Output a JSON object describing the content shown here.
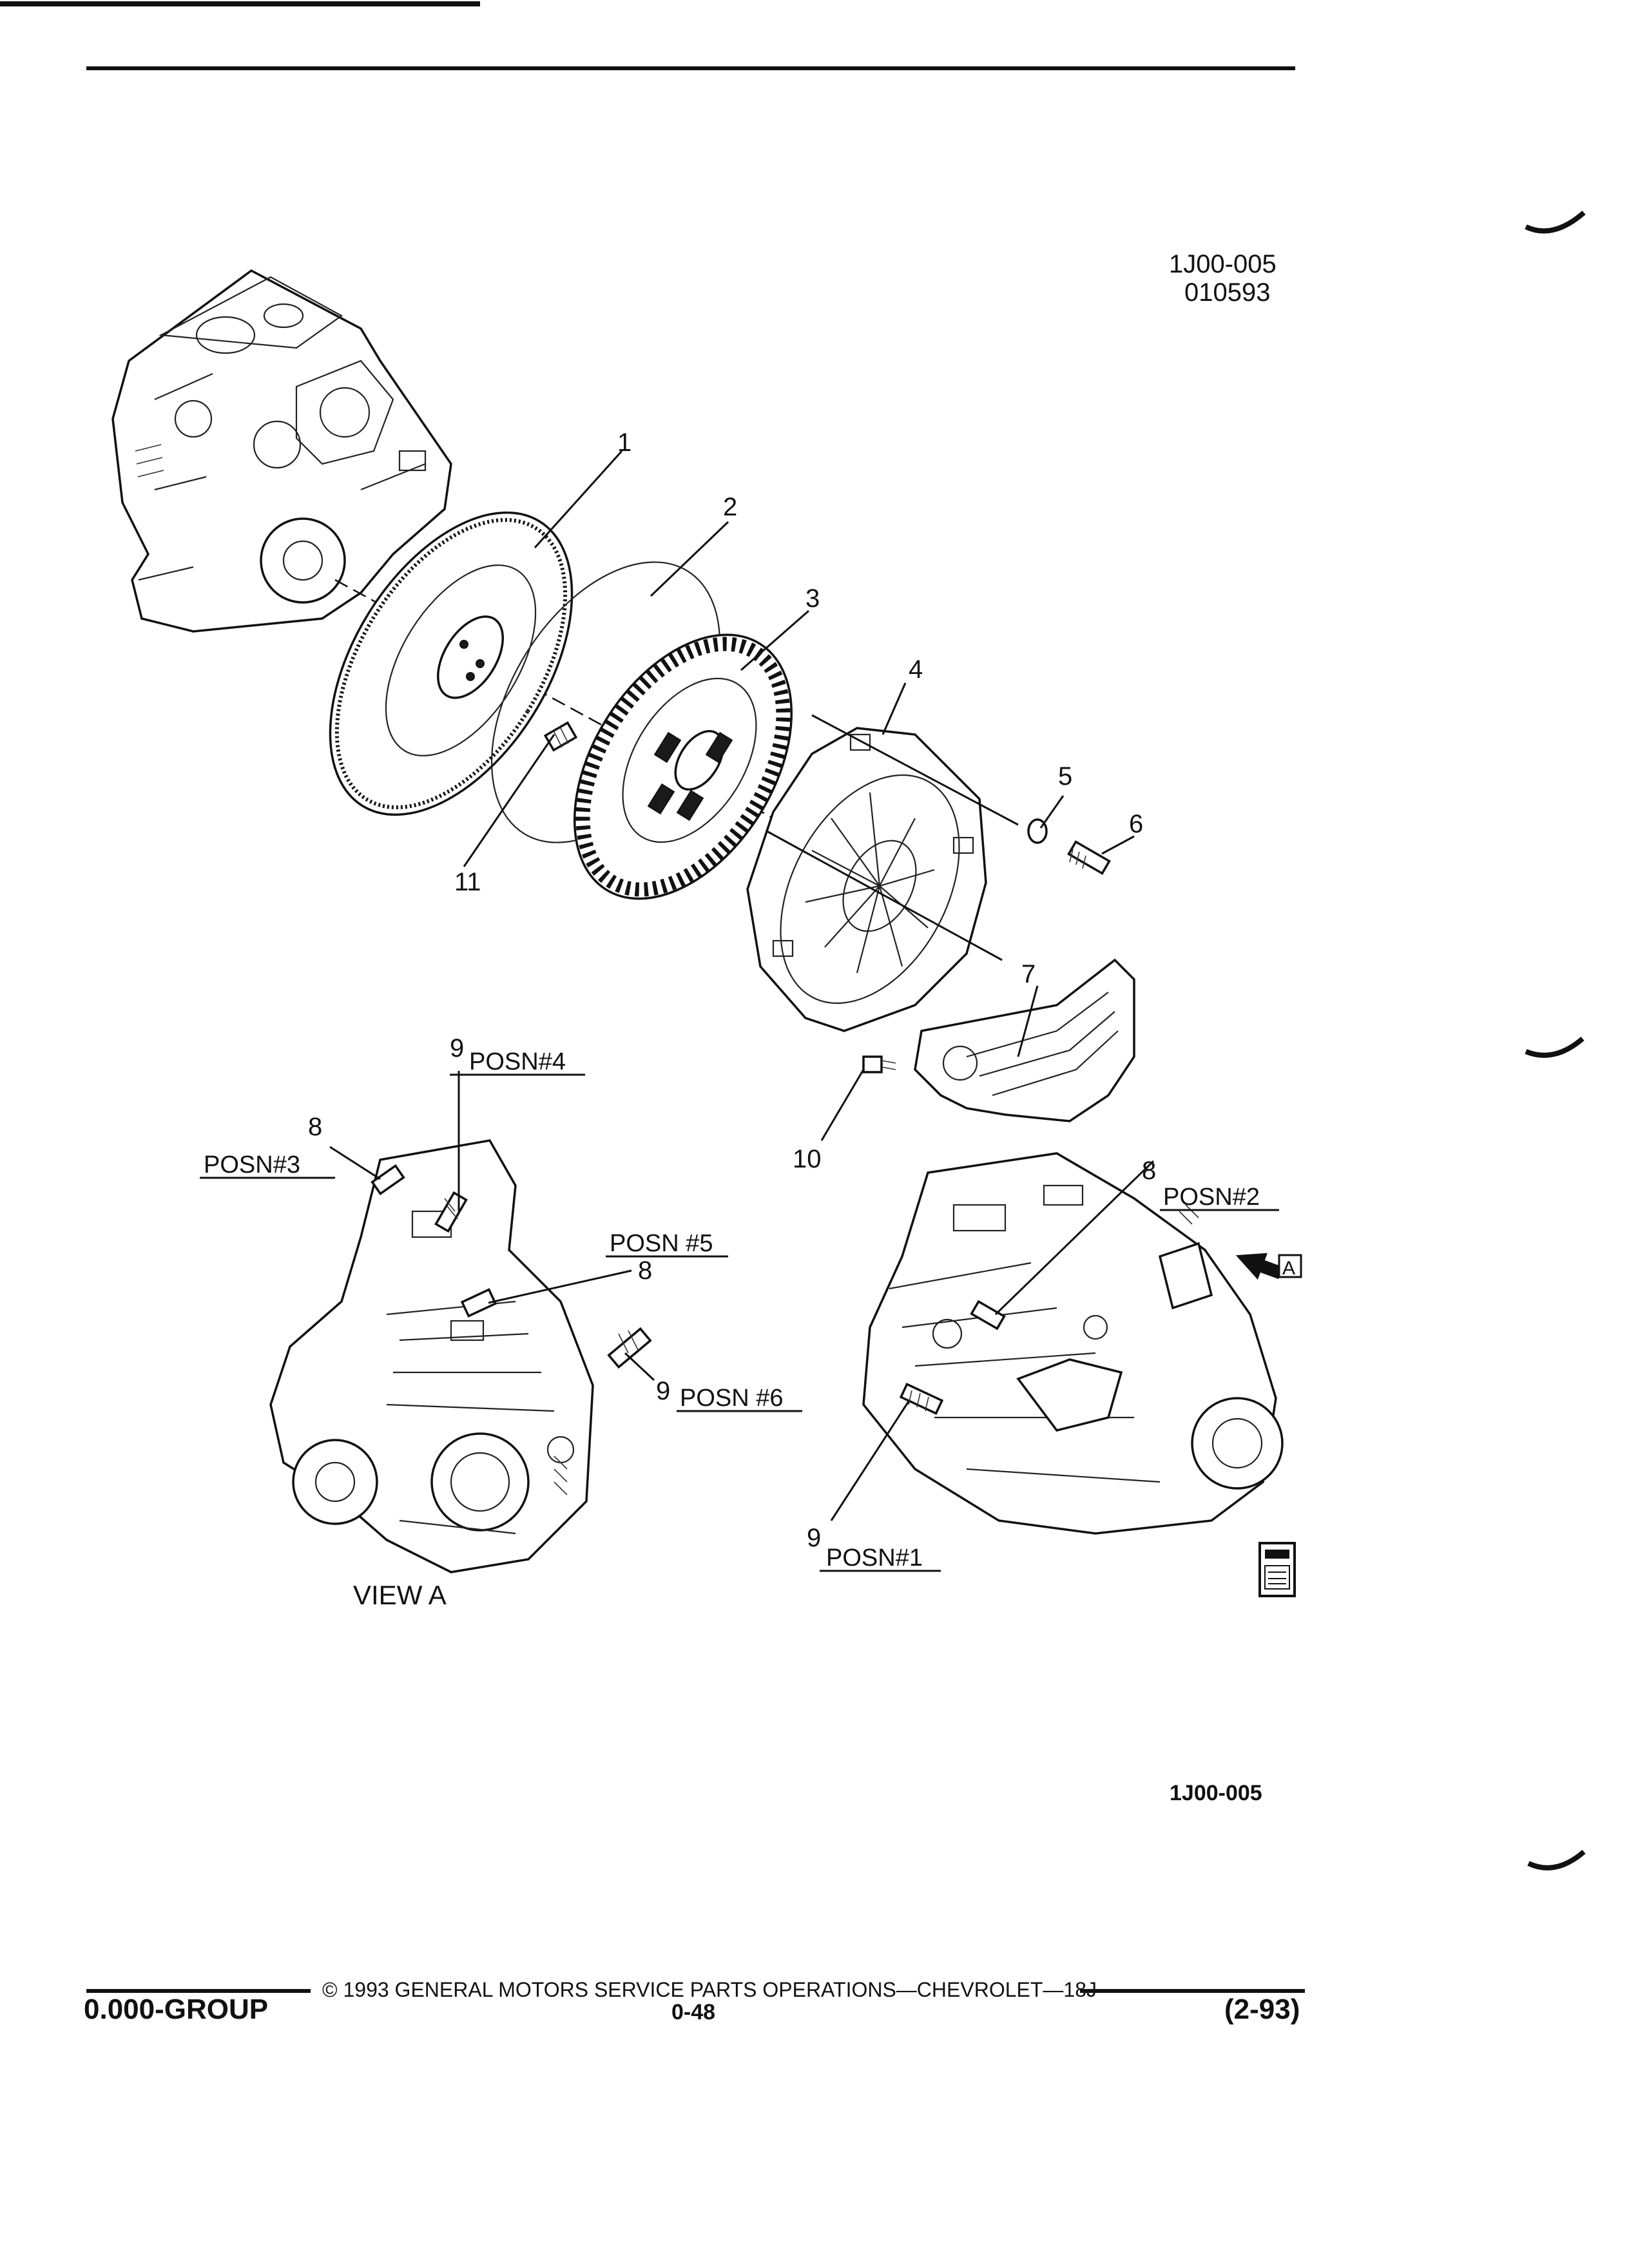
{
  "header": {
    "code": "1J00-005",
    "date": "010593"
  },
  "callouts": {
    "c1": "1",
    "c2": "2",
    "c3": "3",
    "c4": "4",
    "c5": "5",
    "c6": "6",
    "c7": "7",
    "c10": "10",
    "c11": "11",
    "c9_posn4": "9",
    "c8_posn3": "8",
    "c8_posn5": "8",
    "c9_posn6": "9",
    "c8_posn2": "8",
    "c9_posn1": "9"
  },
  "positions": {
    "posn4": "POSN#4",
    "posn3": "POSN#3",
    "posn5": "POSN #5",
    "posn6": "POSN #6",
    "posn2": "POSN#2",
    "posn1": "POSN#1"
  },
  "view_marker": "A",
  "view_label": "VIEW A",
  "figure_ref": "1J00-005",
  "footer": {
    "copyright_symbol": "©",
    "copyright_text": "1993  GENERAL MOTORS SERVICE PARTS OPERATIONS—CHEVROLET—18J",
    "group": "0.000-GROUP",
    "page": "0-48",
    "revision": "(2-93)"
  }
}
